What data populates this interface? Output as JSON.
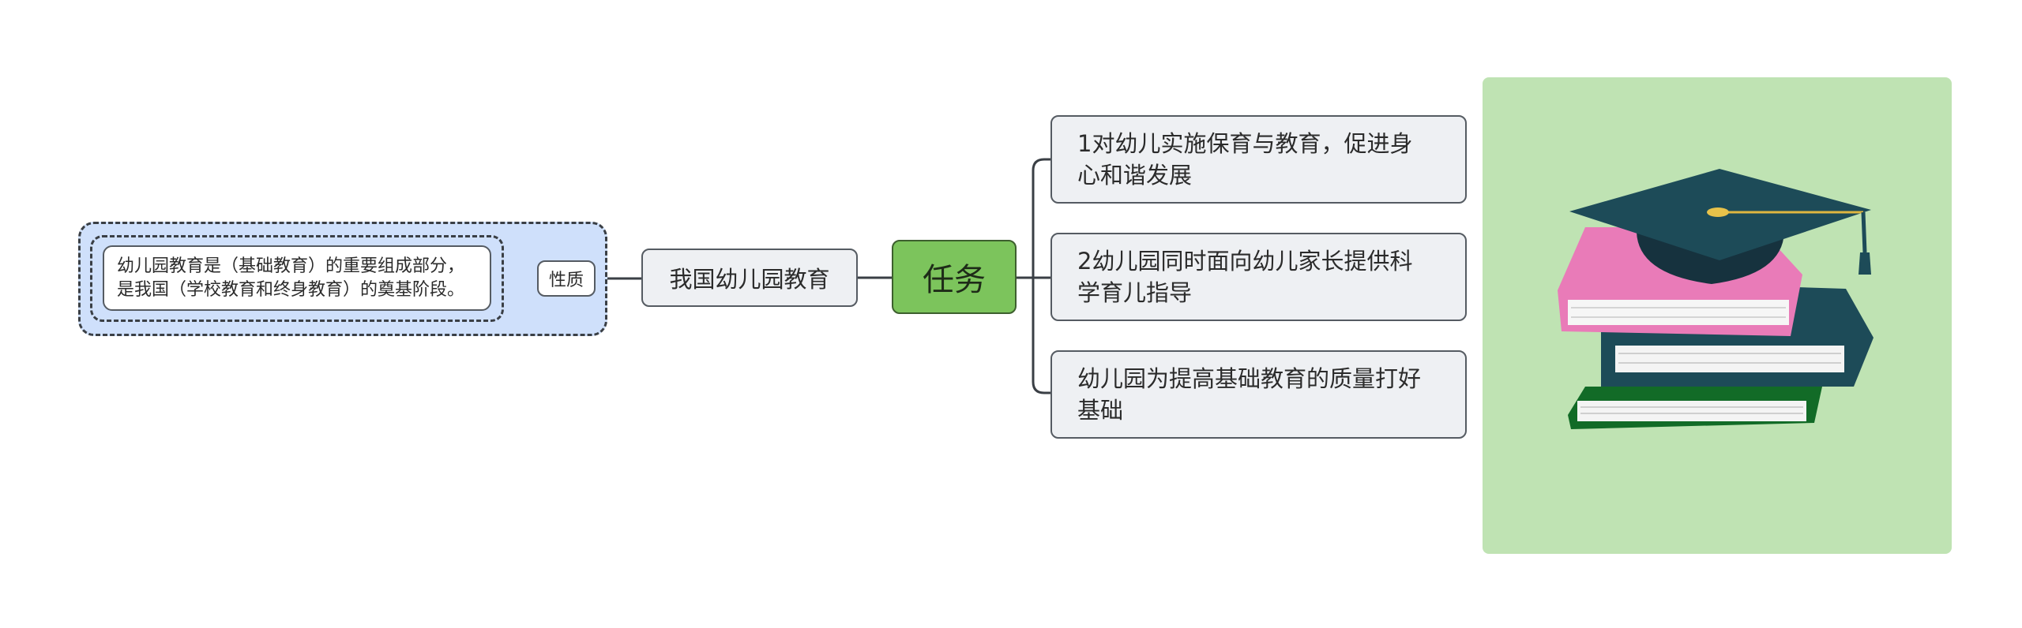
{
  "diagram": {
    "root": "任务",
    "main_topic": "我国幼儿园教育",
    "relation_label": "性质",
    "description": "幼儿园教育是（基础教育）的重要组成部分，\n是我国（学校教育和终身教育）的奠基阶段。",
    "tasks": [
      "1对幼儿实施保育与教育，促进身\n心和谐发展",
      "2幼儿园同时面向幼儿家长提供科\n学育儿指导",
      "幼儿园为提高基础教育的质量打好\n基础"
    ]
  },
  "colors": {
    "root_fill": "#7cc45c",
    "topic_fill": "#eef0f3",
    "group_fill": "#cfe0fb",
    "image_panel_fill": "#bfe3b3",
    "connector": "#3a3f45"
  },
  "illustration": {
    "icon": "graduation-cap-on-books-icon"
  }
}
